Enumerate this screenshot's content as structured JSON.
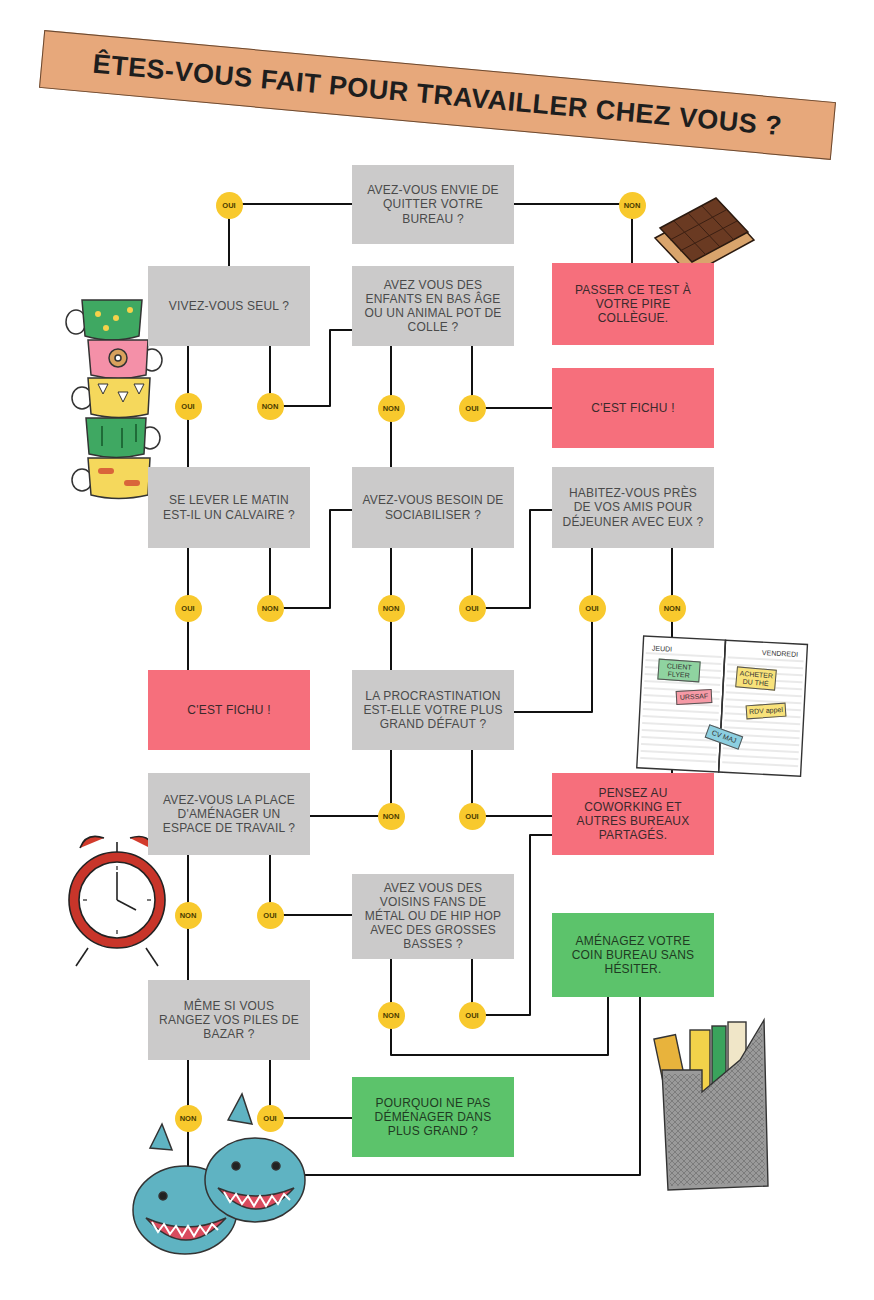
{
  "diagram": {
    "title": "ÊTES-VOUS FAIT POUR TRAVAILLER CHEZ VOUS ?",
    "nodes": [
      {
        "text": [
          "AVEZ-VOUS ENVIE DE QUITTER VOTRE BUREAU ?"
        ]
      },
      {
        "text": [
          "VIVEZ-VOUS SEUL ?"
        ]
      },
      {
        "text": [
          "AVEZ VOUS DES ENFANTS EN BAS ÂGE OU UN ANIMAL POT DE COLLE ?"
        ]
      },
      {
        "text": [
          "PASSER CE TEST À VOTRE PIRE COLLÈGUE."
        ]
      },
      {
        "text": [
          "C'EST FICHU !"
        ]
      },
      {
        "text": [
          "SE LEVER LE MATIN EST-IL UN CALVAIRE ?"
        ]
      },
      {
        "text": [
          "AVEZ-VOUS BESOIN DE SOCIABILISER ?"
        ]
      },
      {
        "text": [
          "HABITEZ-VOUS PRÈS DE VOS AMIS POUR DÉJEUNER AVEC EUX ?"
        ]
      },
      {
        "text": [
          "C'EST FICHU !"
        ]
      },
      {
        "text": [
          "LA PROCRASTINATION EST-ELLE VOTRE PLUS GRAND DÉFAUT ?"
        ]
      },
      {
        "text": [
          "AVEZ-VOUS LA PLACE D'AMÉNAGER UN ESPACE DE TRAVAIL ?"
        ]
      },
      {
        "text": [
          "PENSEZ AU COWORKING ET AUTRES BUREAUX PARTAGÉS."
        ]
      },
      {
        "text": [
          "AVEZ VOUS DES VOISINS FANS DE MÉTAL OU DE HIP HOP AVEC DES GROSSES BASSES ?"
        ]
      },
      {
        "text": [
          "AMÉNAGEZ VOTRE COIN BUREAU SANS HÉSITER."
        ]
      },
      {
        "text": [
          "MÊME SI VOUS RANGEZ VOS PILES DE BAZAR ?"
        ]
      },
      {
        "text": [
          "POURQUOI NE PAS DÉMÉNAGER DANS PLUS GRAND ?"
        ]
      }
    ],
    "edges": [
      {
        "from": 0,
        "to": 1,
        "arrow": "none",
        "label": "OUI"
      },
      {
        "from": 0,
        "to": 3,
        "arrow": "none",
        "label": "NON"
      },
      {
        "from": 1,
        "to": 5,
        "arrow": "none",
        "label": "OUI"
      },
      {
        "from": 1,
        "to": 2,
        "arrow": "none",
        "label": "NON"
      },
      {
        "from": 2,
        "to": 6,
        "arrow": "none",
        "label": "NON"
      },
      {
        "from": 2,
        "to": 4,
        "arrow": "none",
        "label": "OUI"
      },
      {
        "from": 5,
        "to": 8,
        "arrow": "none",
        "label": "OUI"
      },
      {
        "from": 5,
        "to": 6,
        "arrow": "none",
        "label": "NON"
      },
      {
        "from": 6,
        "to": 9,
        "arrow": "none",
        "label": "NON"
      },
      {
        "from": 6,
        "to": 7,
        "arrow": "none",
        "label": "OUI"
      },
      {
        "from": 7,
        "to": 9,
        "arrow": "none",
        "label": "OUI"
      },
      {
        "from": 7,
        "to": 11,
        "arrow": "none",
        "label": "NON"
      },
      {
        "from": 9,
        "to": 10,
        "arrow": "none",
        "label": "NON"
      },
      {
        "from": 9,
        "to": 11,
        "arrow": "none",
        "label": "OUI"
      },
      {
        "from": 10,
        "to": 14,
        "arrow": "none",
        "label": "NON"
      },
      {
        "from": 10,
        "to": 12,
        "arrow": "none",
        "label": "OUI"
      },
      {
        "from": 12,
        "to": 13,
        "arrow": "none",
        "label": "NON"
      },
      {
        "from": 12,
        "to": 11,
        "arrow": "none",
        "label": "OUI"
      },
      {
        "from": 14,
        "to": 15,
        "arrow": "none",
        "label": "OUI"
      },
      {
        "from": 14,
        "to": 13,
        "arrow": "none",
        "label": "NON"
      }
    ],
    "labels": [
      "JEUDI",
      "VENDREDI",
      "CLIENT FLYER",
      "URSSAF",
      "ACHETER DU THÉ",
      "RDV appel",
      "CV MAJ"
    ]
  }
}
